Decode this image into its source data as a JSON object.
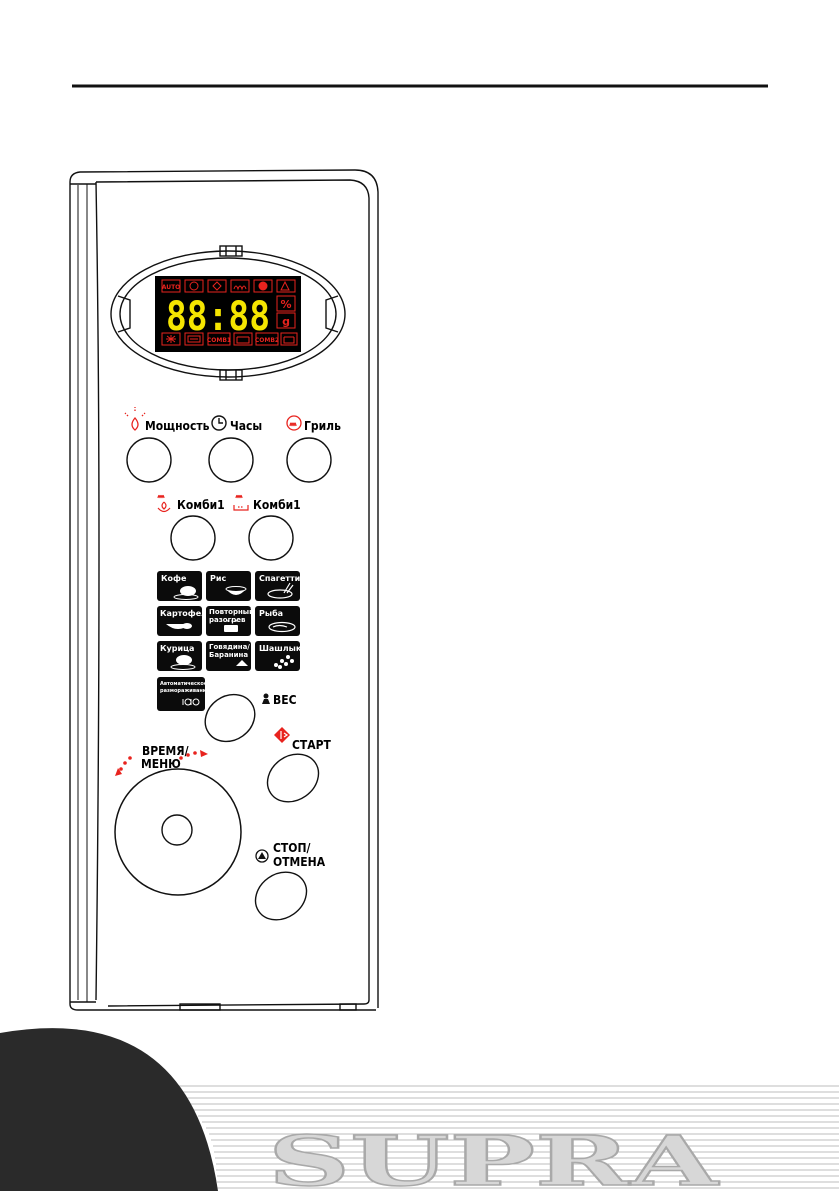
{
  "display": {
    "digits": "88:88",
    "percent": "%",
    "grams": "g",
    "auto": "AUTO",
    "combi1": "COMB1",
    "combi2": "COMB2"
  },
  "buttons": {
    "power": "Мощность",
    "clock": "Часы",
    "grill": "Гриль",
    "combi_a": "Комби1",
    "combi_b": "Комби1",
    "weight": "ВЕС",
    "start": "СТАРТ",
    "time_menu_1": "ВРЕМЯ/",
    "time_menu_2": "МЕНЮ",
    "stop_1": "СТОП/",
    "stop_2": "ОТМЕНА"
  },
  "programs": {
    "coffee": "Кофе",
    "rice": "Рис",
    "spaghetti": "Спагетти",
    "potato": "Картофель",
    "reheat_1": "Повторный",
    "reheat_2": "разогрев",
    "fish": "Рыба",
    "chicken": "Курица",
    "beef_1": "Говядина/",
    "beef_2": "Баранина",
    "kebab": "Шашлык",
    "defrost_1": "Автоматическое",
    "defrost_2": "размораживание"
  },
  "brand": "SUPRA",
  "colors": {
    "display_bg": "#000000",
    "digits": "#f5e500",
    "icons": "#e8231e",
    "tile": "#0b0b0b",
    "brand_corner": "#2a2a2a"
  }
}
